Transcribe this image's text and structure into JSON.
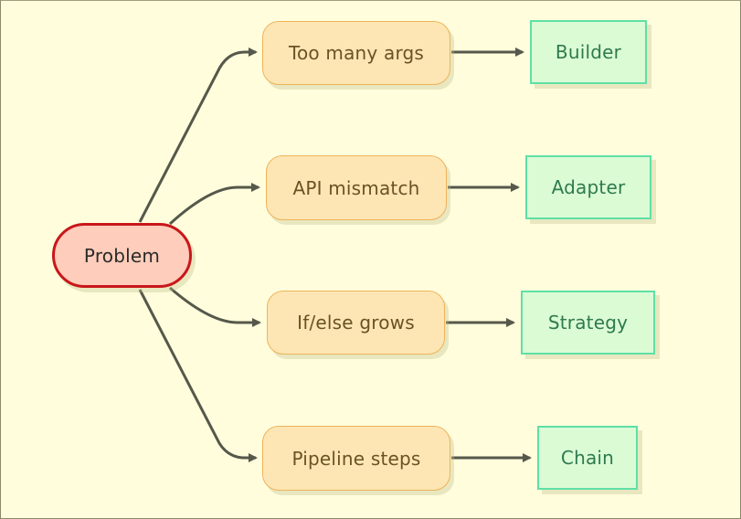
{
  "diagram": {
    "root": {
      "label": "Problem",
      "border_color": "#c8171a",
      "fill_color": "#ffcdbb"
    },
    "branches": [
      {
        "problem": "Too many args",
        "pattern": "Builder"
      },
      {
        "problem": "API mismatch",
        "pattern": "Adapter"
      },
      {
        "problem": "If/else grows",
        "pattern": "Strategy"
      },
      {
        "problem": "Pipeline steps",
        "pattern": "Chain"
      }
    ],
    "colors": {
      "background": "#fffddc",
      "problem_fill": "#fde6b4",
      "problem_border": "#f0b35a",
      "pattern_fill": "#dbfbd5",
      "pattern_border": "#5fe0a6",
      "edge": "#55584a"
    }
  }
}
